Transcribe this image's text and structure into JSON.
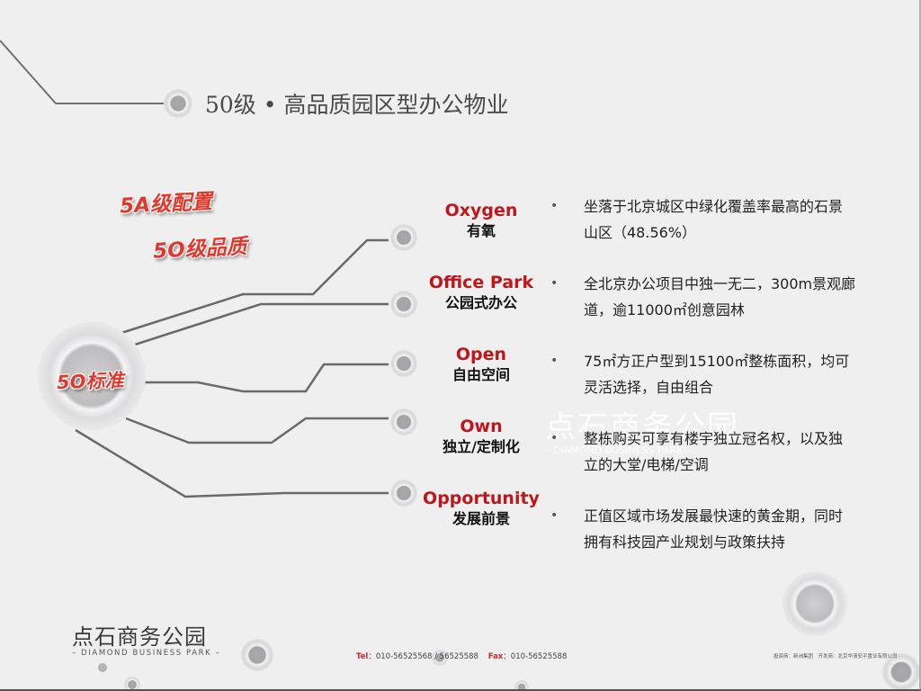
{
  "title": "50级 • 高品质园区型办公物业",
  "tags": {
    "five_a": "5A级配置",
    "five_o": "5O级品质",
    "center": "5O标准"
  },
  "features": [
    {
      "en": "Oxygen",
      "cn": "有氧",
      "desc": "坐落于北京城区中绿化覆盖率最高的石景山区（48.56%）"
    },
    {
      "en": "Office Park",
      "cn": "公园式办公",
      "desc": "全北京办公项目中独一无二，300m景观廊道，逾11000㎡创意园林"
    },
    {
      "en": "Open",
      "cn": "自由空间",
      "desc": "75㎡方正户型到15100㎡整栋面积，均可灵活选择，自由组合"
    },
    {
      "en": "Own",
      "cn": "独立/定制化",
      "desc": "整栋购买可享有楼宇独立冠名权，以及独立的大堂/电梯/空调"
    },
    {
      "en": "Opportunity",
      "cn": "发展前景",
      "desc": "正值区域市场发展最快速的黄金期，同时拥有科技园产业规划与政策扶持"
    }
  ],
  "bullet": "•",
  "watermark": {
    "cn": "点石商务公园",
    "en": "– DIAMOND BUSINESS PARK –"
  },
  "logo": {
    "cn": "点石商务公园",
    "en": "– DIAMOND BUSINESS PARK –"
  },
  "contact": {
    "tel_label": "Tel",
    "tel": "：010-56525568 / 56525588",
    "fax_label": "Fax",
    "fax": "：010-56525588"
  },
  "footer_note": "投资商：新洲集团　开发商：北京华清安平置业有限公司",
  "colors": {
    "background": "#efeff0",
    "accent_red": "#c0161b",
    "tag_red": "#e2372a",
    "line_gray": "#666666"
  }
}
